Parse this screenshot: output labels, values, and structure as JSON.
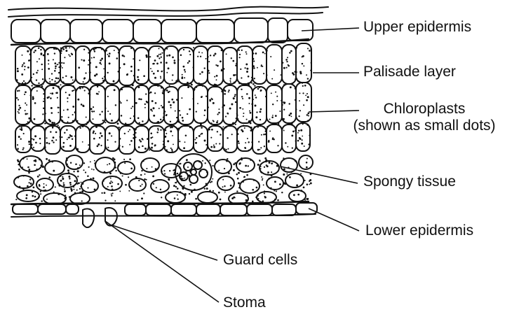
{
  "labels": {
    "upper_epidermis": "Upper epidermis",
    "palisade_layer": "Palisade layer",
    "chloroplasts_line1": "Chloroplasts",
    "chloroplasts_line2": "(shown as small dots)",
    "spongy_tissue": "Spongy tissue",
    "lower_epidermis": "Lower epidermis",
    "guard_cells": "Guard cells",
    "stoma": "Stoma"
  },
  "colors": {
    "ink": "#111111",
    "background": "#ffffff"
  }
}
